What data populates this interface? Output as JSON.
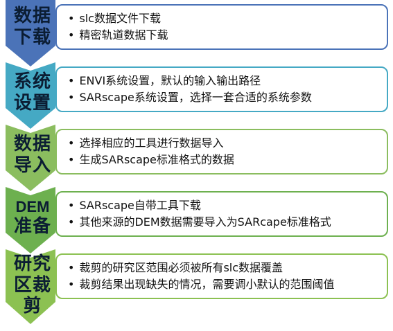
{
  "stages": [
    {
      "title_lines": [
        "数据",
        "下载"
      ],
      "color": "#4b73b8",
      "items": [
        "slc数据文件下载",
        "精密轨道数据下载"
      ]
    },
    {
      "title_lines": [
        "系统",
        "设置"
      ],
      "color": "#45a9c4",
      "items": [
        "ENVI系统设置，默认的输入输出路径",
        "SARscape系统设置，选择一套合适的系统参数"
      ]
    },
    {
      "title_lines": [
        "数据",
        "导入"
      ],
      "color": "#8bbd5f",
      "items": [
        "选择相应的工具进行数据导入",
        "生成SARscape标准格式的数据"
      ]
    },
    {
      "title_lines": [
        "DEM",
        "准备"
      ],
      "color": "#6db04f",
      "items": [
        "SARscape自带工具下载",
        "其他来源的DEM数据需要导入为SARcape标准格式"
      ]
    },
    {
      "title_lines": [
        "研究",
        "区裁",
        "剪"
      ],
      "color": "#8cc152",
      "items": [
        "裁剪的研究区范围必须被所有slc数据覆盖",
        "裁剪结果出现缺失的情况，需要调小默认的范围阈值"
      ]
    }
  ]
}
